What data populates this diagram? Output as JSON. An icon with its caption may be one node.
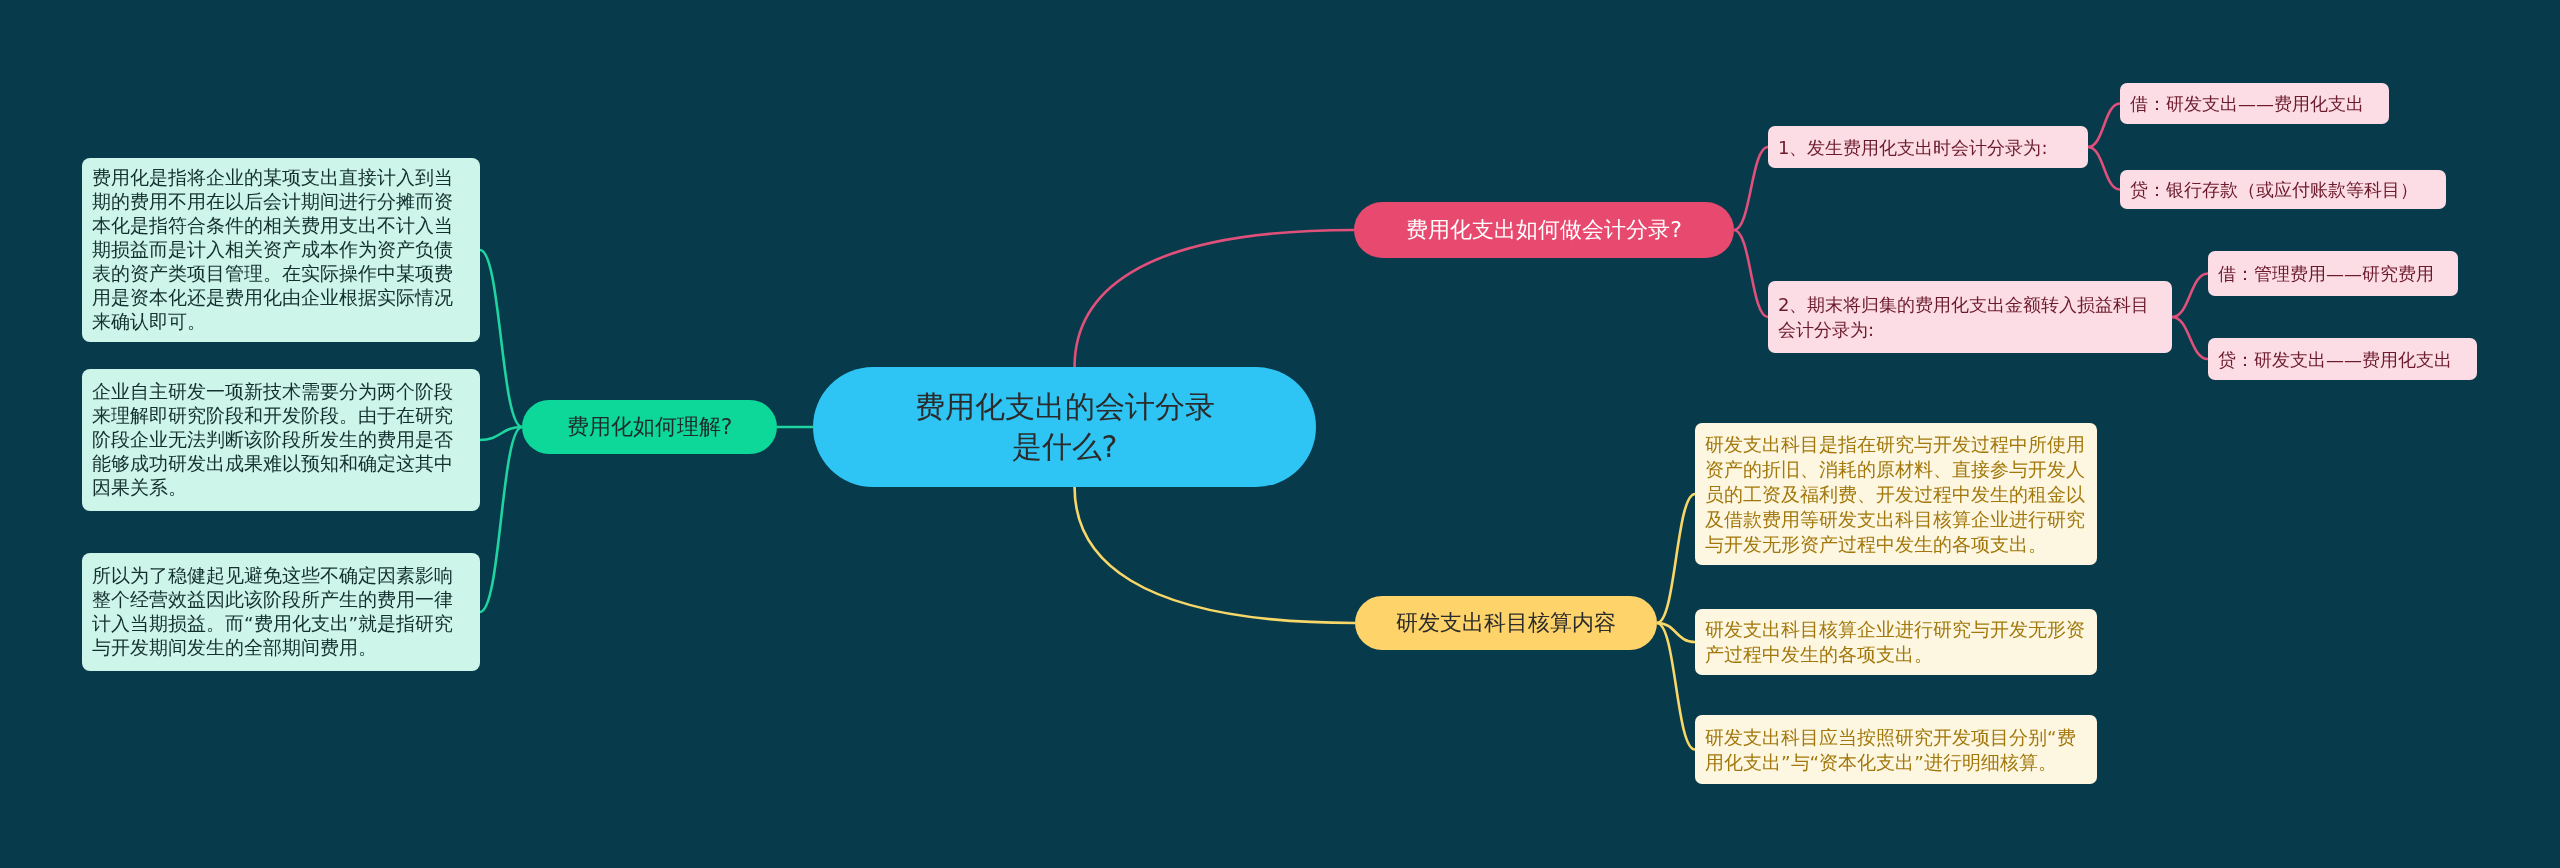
{
  "diagram": {
    "nodes": [
      {
        "text": [
          "费用化支出的会计分录是什么?"
        ]
      },
      {
        "text": [
          "费用化如何理解?"
        ]
      },
      {
        "text": [
          "费用化是指将企业的某项支出直接计入到当期的费用不用在以后会计期间进行分摊而资本化是指符合条件的相关费用支出不计入当期损益而是计入相关资产成本作为资产负债表的资产类项目管理。在实际操作中某项费用是资本化还是费用化由企业根据实际情况来确认即可。"
        ]
      },
      {
        "text": [
          "企业自主研发一项新技术需要分为两个阶段来理解即研究阶段和开发阶段。由于在研究阶段企业无法判断该阶段所发生的费用是否能够成功研发出成果难以预知和确定这其中因果关系。"
        ]
      },
      {
        "text": [
          "所以为了稳健起见避免这些不确定因素影响整个经营效益因此该阶段所产生的费用一律计入当期损益。而“费用化支出”就是指研究与开发期间发生的全部期间费用。"
        ]
      },
      {
        "text": [
          "费用化支出如何做会计分录?"
        ]
      },
      {
        "text": [
          "1、发生费用化支出时会计分录为:"
        ]
      },
      {
        "text": [
          "借：研发支出——费用化支出"
        ]
      },
      {
        "text": [
          "贷：银行存款（或应付账款等科目）"
        ]
      },
      {
        "text": [
          "2、期末将归集的费用化支出金额转入损益科目会计分录为:"
        ]
      },
      {
        "text": [
          "借：管理费用——研究费用"
        ]
      },
      {
        "text": [
          "贷：研发支出——费用化支出"
        ]
      },
      {
        "text": [
          "研发支出科目核算内容"
        ]
      },
      {
        "text": [
          "研发支出科目是指在研究与开发过程中所使用资产的折旧、消耗的原材料、直接参与开发人员的工资及福利费、开发过程中发生的租金以及借款费用等研发支出科目核算企业进行研究与开发无形资产过程中发生的各项支出。"
        ]
      },
      {
        "text": [
          "研发支出科目核算企业进行研究与开发无形资产过程中发生的各项支出。"
        ]
      },
      {
        "text": [
          "研发支出科目应当按照研究开发项目分别“费用化支出”与“资本化支出”进行明细核算。"
        ]
      }
    ],
    "edges": [
      {
        "from": 0,
        "to": 1,
        "arrow": "none",
        "color": "#1fd4a0"
      },
      {
        "from": 0,
        "to": 5,
        "arrow": "none"
      },
      {
        "from": 0,
        "to": 12,
        "arrow": "none",
        "color": "#f7d768"
      },
      {
        "from": 1,
        "to": 2,
        "arrow": "none",
        "color": "#1fd4a0"
      },
      {
        "from": 1,
        "to": 3,
        "arrow": "none",
        "color": "#1fd4a0"
      },
      {
        "from": 1,
        "to": 4,
        "arrow": "none",
        "color": "#1fd4a0"
      },
      {
        "from": 5,
        "to": 6,
        "arrow": "none"
      },
      {
        "from": 5,
        "to": 9,
        "arrow": "none"
      },
      {
        "from": 6,
        "to": 7,
        "arrow": "none"
      },
      {
        "from": 6,
        "to": 8,
        "arrow": "none"
      },
      {
        "from": 9,
        "to": 10,
        "arrow": "none"
      },
      {
        "from": 9,
        "to": 11,
        "arrow": "none"
      },
      {
        "from": 12,
        "to": 13,
        "arrow": "none",
        "color": "#f7d768"
      },
      {
        "from": 12,
        "to": 14,
        "arrow": "none",
        "color": "#f7d768"
      },
      {
        "from": 12,
        "to": 15,
        "arrow": "none",
        "color": "#f7d768"
      }
    ]
  }
}
